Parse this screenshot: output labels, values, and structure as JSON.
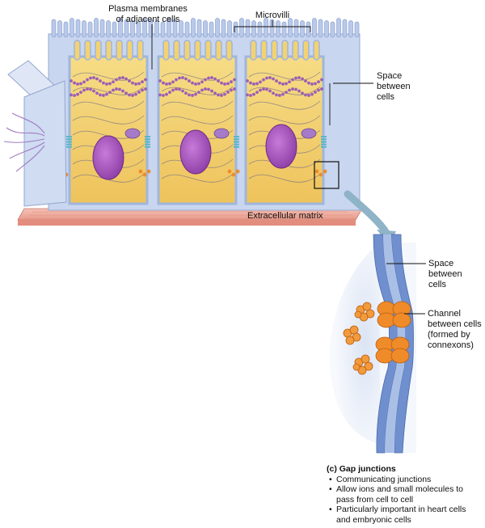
{
  "labels": {
    "plasma_membranes_line1": "Plasma membranes",
    "plasma_membranes_line2": "of adjacent cells",
    "microvilli": "Microvilli",
    "space_top_line1": "Space",
    "space_top_line2": "between",
    "space_top_line3": "cells",
    "extracellular_matrix": "Extracellular matrix",
    "space_detail_line1": "Space",
    "space_detail_line2": "between",
    "space_detail_line3": "cells",
    "channel_line1": "Channel",
    "channel_line2": "between cells",
    "channel_line3": "(formed by",
    "channel_line4": "connexons)"
  },
  "caption": {
    "title": "(c) Gap junctions",
    "bullets": [
      "Communicating junctions",
      "Allow ions and small molecules to pass from cell to cell",
      "Particularly important in heart cells and embryonic cells"
    ]
  },
  "colors": {
    "cytoplasm": "#f3cf6e",
    "membrane": "#9fb6dd",
    "nucleus": "#a24fb9",
    "connexon": "#f08b2a",
    "matrix": "#f2b3a7",
    "arrow": "#8fb3c7"
  }
}
